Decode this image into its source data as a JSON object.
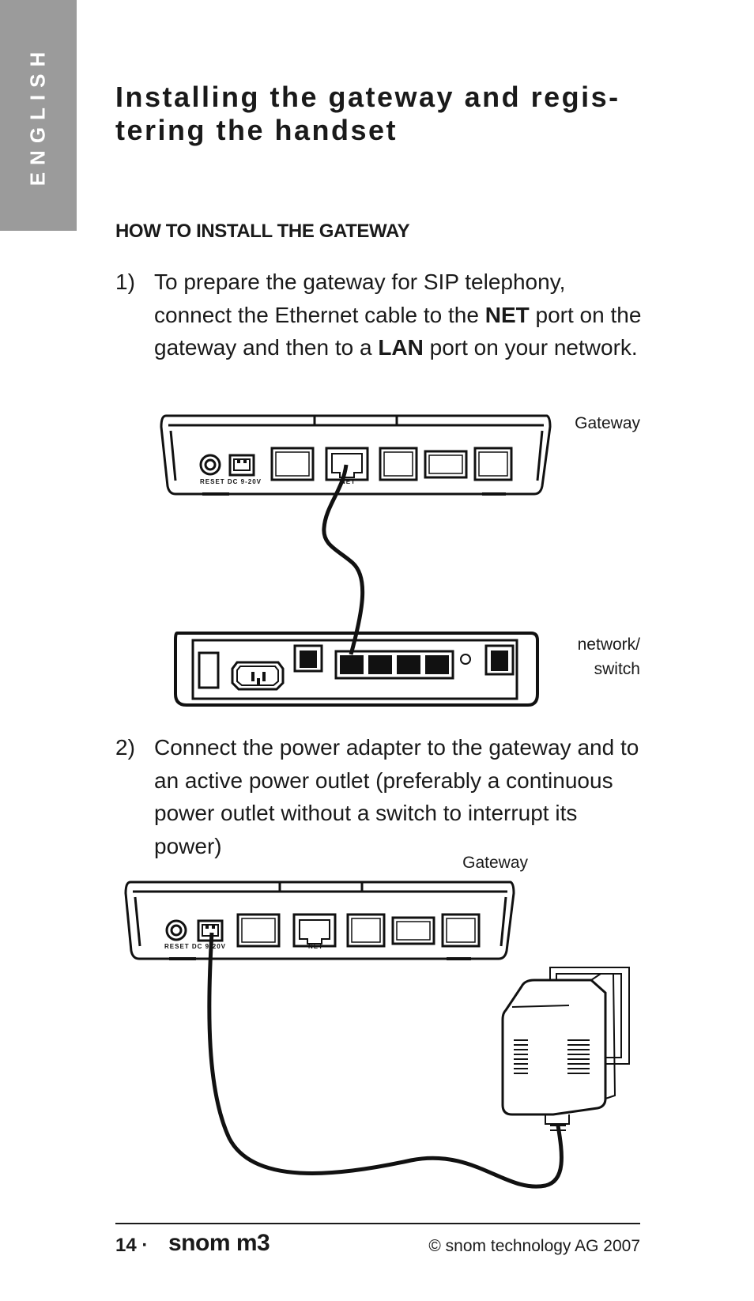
{
  "side_tab": {
    "label": "ENGLISH",
    "color": "#9b9b9b"
  },
  "title": "Installing the gateway and regis-tering the handset",
  "section_heading": "HOW TO INSTALL THE GATEWAY",
  "steps": [
    {
      "number": "1)",
      "text_parts": [
        "To prepare the gateway for SIP telephony, connect the Ethernet cable to the ",
        "NET",
        " port on the gateway and then to a ",
        "LAN",
        " port on your network."
      ]
    },
    {
      "number": "2)",
      "text": "Connect the power adapter to the gateway and to an active power outlet (preferably a continuous power outlet without a switch to interrupt its power)"
    }
  ],
  "figure1": {
    "gateway_label": "Gateway",
    "switch_label": "network/ switch",
    "port_labels": {
      "reset_dc": "RESET  DC  9-20V",
      "net": "NET"
    }
  },
  "figure2": {
    "gateway_label": "Gateway",
    "port_labels": {
      "reset_dc": "RESET  DC  9-20V",
      "net": "NET"
    }
  },
  "footer": {
    "page_number": "14 ·",
    "brand": "snom m3",
    "copyright": "© snom technology AG 2007"
  }
}
